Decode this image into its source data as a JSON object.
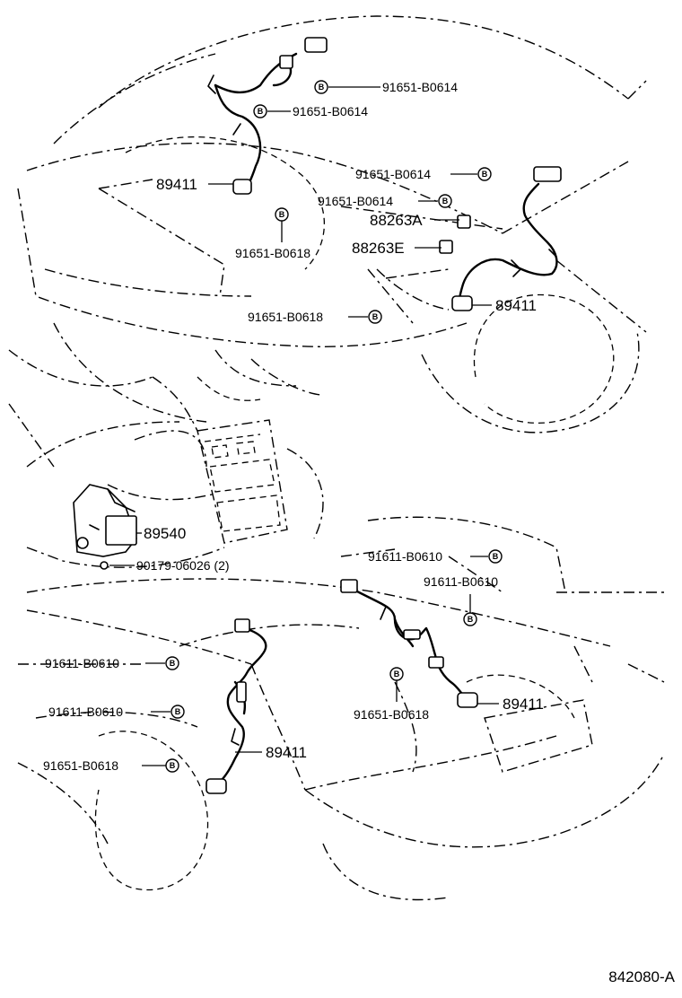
{
  "labels": {
    "b0614_1": "91651-B0614",
    "b0614_2": "91651-B0614",
    "b0614_3": "91651-B0614",
    "b0614_4": "91651-B0614",
    "p89411_fl": "89411",
    "p88263a": "88263A",
    "p88263e": "88263E",
    "b0618_1": "91651-B0618",
    "b0618_2": "91651-B0618",
    "p89411_fr": "89411",
    "p89540": "89540",
    "p90179": "90179-06026 (2)",
    "b0610_1": "91611-B0610",
    "b0610_2": "91611-B0610",
    "b0610_3": "91611-B0610",
    "b0610_4": "91611-B0610",
    "b0618_3": "91651-B0618",
    "p89411_rr": "89411",
    "p89411_rl": "89411",
    "b0618_4": "91651-B0618",
    "diagram_id": "842080-A"
  },
  "bolt_symbol": "B"
}
